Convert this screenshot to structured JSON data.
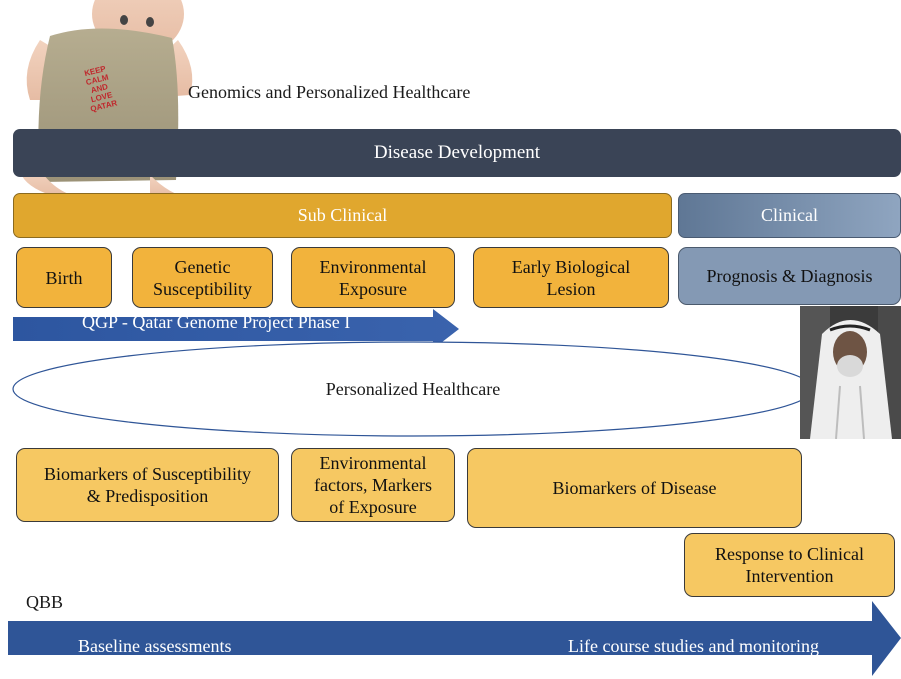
{
  "title": "Genomics and Personalized Healthcare",
  "disease_development": "Disease Development",
  "sub_clinical": "Sub Clinical",
  "clinical": "Clinical",
  "stages": [
    "Birth",
    "Genetic\nSusceptibility",
    "Environmental\nExposure",
    "Early Biological\nLesion",
    "Prognosis & Diagnosis"
  ],
  "qgp_arrow": "QGP - Qatar Genome Project Phase I",
  "personalized_healthcare": "Personalized Healthcare",
  "biomarkers": [
    "Biomarkers of Susceptibility\n& Predisposition",
    "Environmental\nfactors, Markers\nof Exposure",
    "Biomarkers of Disease",
    "Response to Clinical\nIntervention"
  ],
  "qbb": "QBB",
  "baseline_arrow": {
    "left": "Baseline assessments",
    "right": "Life course studies and monitoring"
  },
  "baby_shirt_text": "KEEP\nCALM\nAND\nLOVE\nQATAR",
  "colors": {
    "dark_bar": "#3a4456",
    "orange": "#f2b33c",
    "light_orange": "#f6c862",
    "clinical_blue": "#8499b4",
    "arrow_blue": "#2f5597"
  }
}
